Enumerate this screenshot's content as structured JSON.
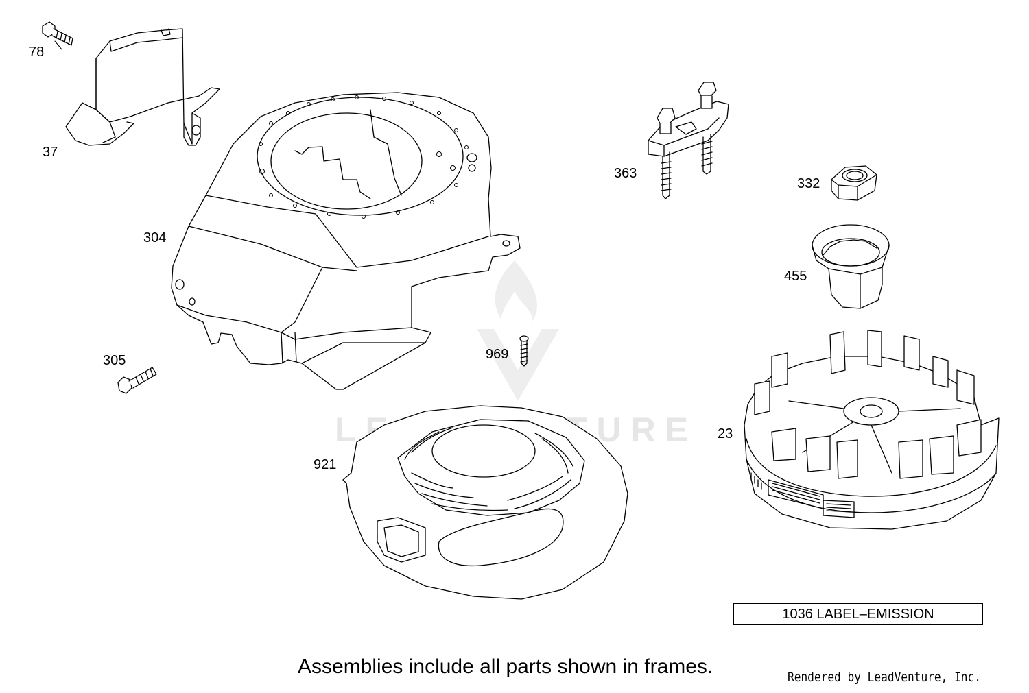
{
  "parts": [
    {
      "id": "p78",
      "number": "78"
    },
    {
      "id": "p37",
      "number": "37"
    },
    {
      "id": "p304",
      "number": "304"
    },
    {
      "id": "p305",
      "number": "305"
    },
    {
      "id": "p363",
      "number": "363"
    },
    {
      "id": "p332",
      "number": "332"
    },
    {
      "id": "p455",
      "number": "455"
    },
    {
      "id": "p969",
      "number": "969"
    },
    {
      "id": "p921",
      "number": "921"
    },
    {
      "id": "p23",
      "number": "23"
    }
  ],
  "emission_label": "1036 LABEL–EMISSION",
  "footnote": "Assemblies include all parts shown in frames.",
  "credit": "Rendered by LeadVenture, Inc.",
  "watermark": {
    "brand": "LEADVENTURE",
    "color": "#e6e6e6"
  },
  "colors": {
    "line": "#000000",
    "background": "#ffffff"
  },
  "icons": [
    "leadventure-logo-icon"
  ]
}
